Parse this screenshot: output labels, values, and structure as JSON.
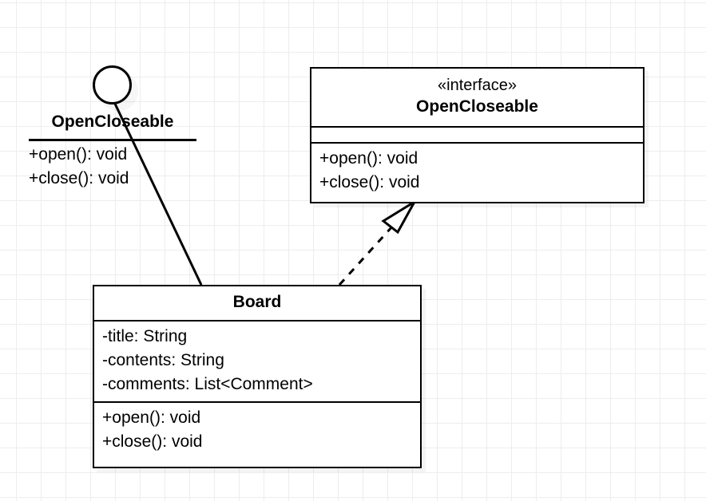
{
  "diagram": {
    "type": "uml-class-diagram",
    "background": "#ffffff",
    "grid_color": "#ededed",
    "stroke_color": "#000000"
  },
  "interface_box": {
    "stereotype": "«interface»",
    "name": "OpenCloseable",
    "attributes": [],
    "operations": [
      "+open(): void",
      "+close(): void"
    ]
  },
  "board_box": {
    "name": "Board",
    "attributes": [
      "-title: String",
      "-contents: String",
      "-comments: List<Comment>"
    ],
    "operations": [
      "+open(): void",
      "+close(): void"
    ]
  },
  "lollipop_class": {
    "name": "OpenCloseable",
    "operations": [
      "+open(): void",
      "+close(): void"
    ]
  },
  "connectors": {
    "realization": {
      "kind": "realization",
      "style": "dashed",
      "arrowhead": "hollow-triangle",
      "from": "Board",
      "to": "OpenCloseable"
    },
    "provided_interface": {
      "kind": "provided-interface",
      "style": "solid",
      "arrowhead": "ball",
      "from": "Board",
      "to": "OpenCloseable"
    }
  }
}
